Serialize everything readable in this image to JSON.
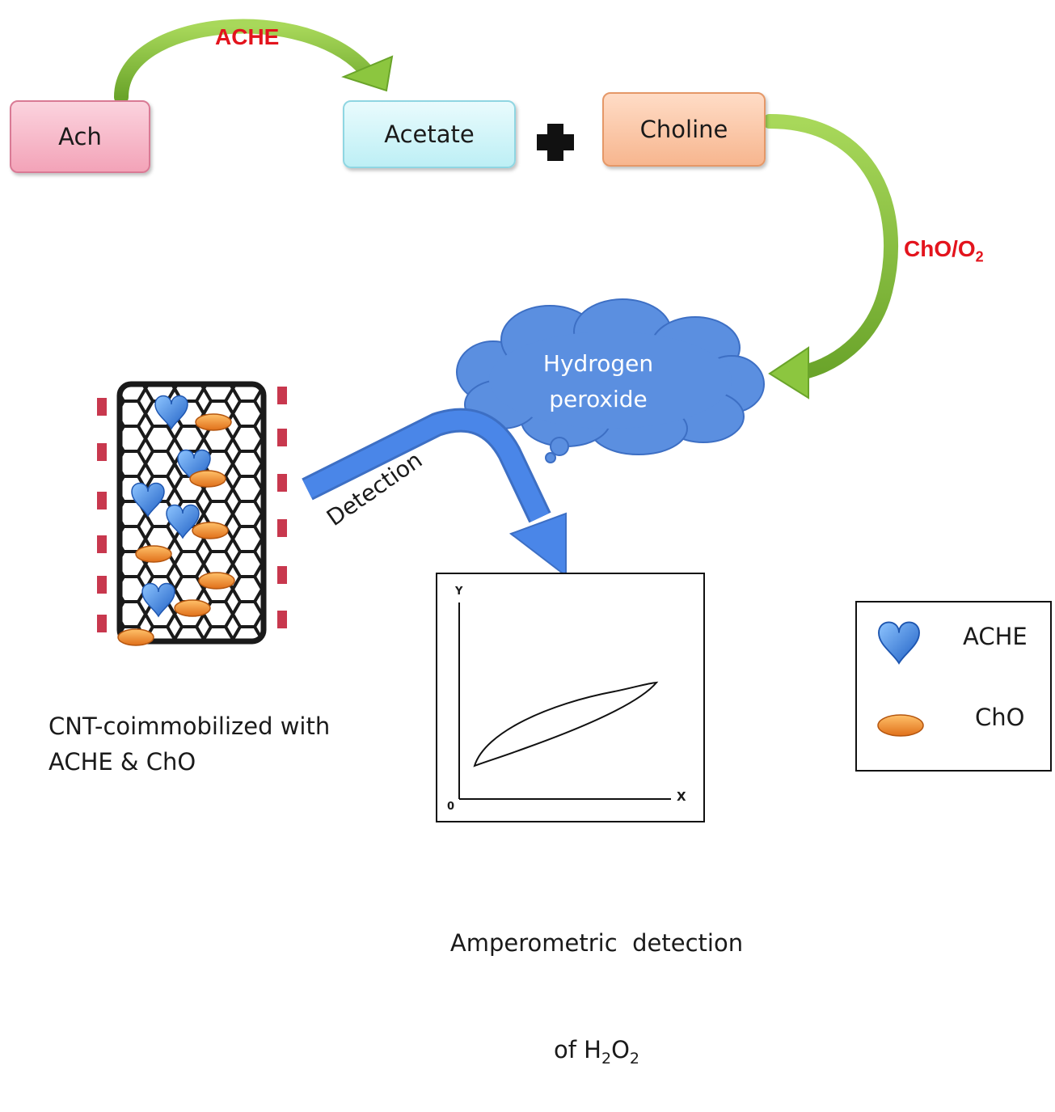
{
  "nodes": {
    "ach": "Ach",
    "acetate": "Acetate",
    "choline": "Choline",
    "hydrogen_peroxide_line1": "Hydrogen",
    "hydrogen_peroxide_line2": "peroxide"
  },
  "enzymes": {
    "ache": "ACHE",
    "cho_o2_main": "ChO/O",
    "cho_o2_sub": "2"
  },
  "detection_label": "Detection",
  "cnt_caption_line1": "CNT-coimmobilized with",
  "cnt_caption_line2": "ACHE & ChO",
  "graph": {
    "y_axis": "Y",
    "x_axis": "X",
    "origin": "0"
  },
  "amperometric_caption_line1": "Amperometric  detection",
  "amperometric_caption_line2_pre": "of H",
  "amperometric_caption_sub1": "2",
  "amperometric_caption_mid": "O",
  "amperometric_caption_sub2": "2",
  "legend": {
    "ache": "ACHE",
    "cho": "ChO"
  },
  "colors": {
    "enzyme_label": "#e3141d",
    "green_arrow": "#8cc63f",
    "blue_arrow": "#4a86e8",
    "cloud": "#5b8fe0",
    "heart": "#3a7fe0",
    "cho_capsule": "#f08a24",
    "cnt_red_marks": "#c8384e"
  }
}
